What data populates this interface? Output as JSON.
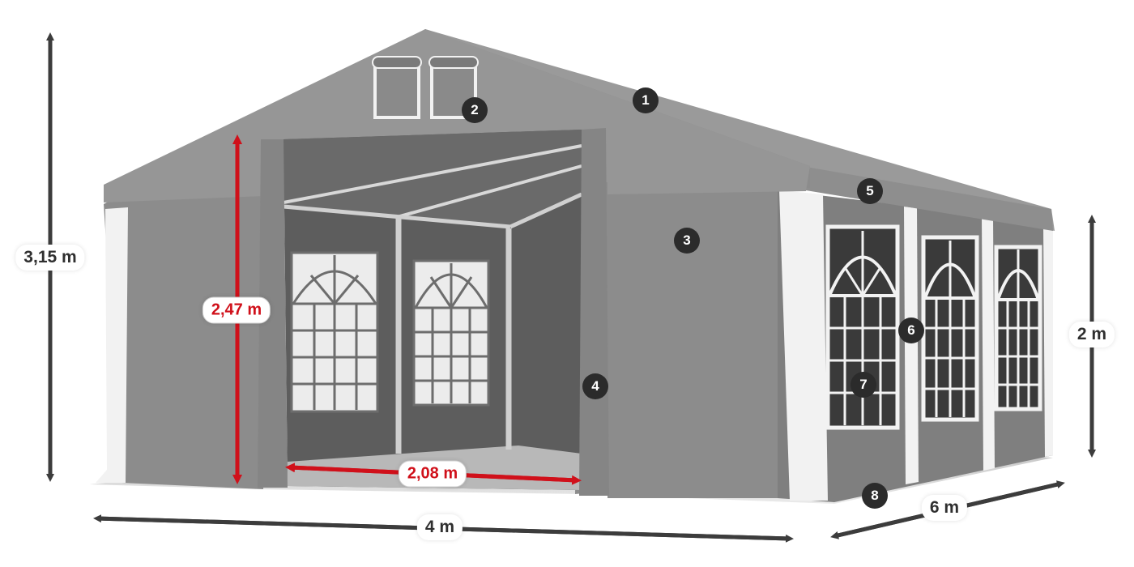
{
  "image": {
    "subject": "Grey party tent with white corner posts and windows, dimension callouts",
    "colors": {
      "tent_fabric": "#8a8a8a",
      "roof": "#949494",
      "side_wall": "#7e7e7e",
      "interior": "#5d5d5d",
      "white_trim": "#f2f2f2",
      "window_dark": "#3a3a3a",
      "dimension_dark": "#3c3c3c",
      "dimension_red": "#d0101a",
      "marker_bg": "#2b2b2b"
    }
  },
  "dimensions": {
    "total_height": "3,15 m",
    "door_height": "2,47 m",
    "door_width": "2,08 m",
    "width": "4 m",
    "length": "6 m",
    "side_wall_height": "2 m"
  },
  "markers": [
    {
      "id": "1",
      "label": "1"
    },
    {
      "id": "2",
      "label": "2"
    },
    {
      "id": "3",
      "label": "3"
    },
    {
      "id": "4",
      "label": "4"
    },
    {
      "id": "5",
      "label": "5"
    },
    {
      "id": "6",
      "label": "6"
    },
    {
      "id": "7",
      "label": "7"
    },
    {
      "id": "8",
      "label": "8"
    }
  ]
}
